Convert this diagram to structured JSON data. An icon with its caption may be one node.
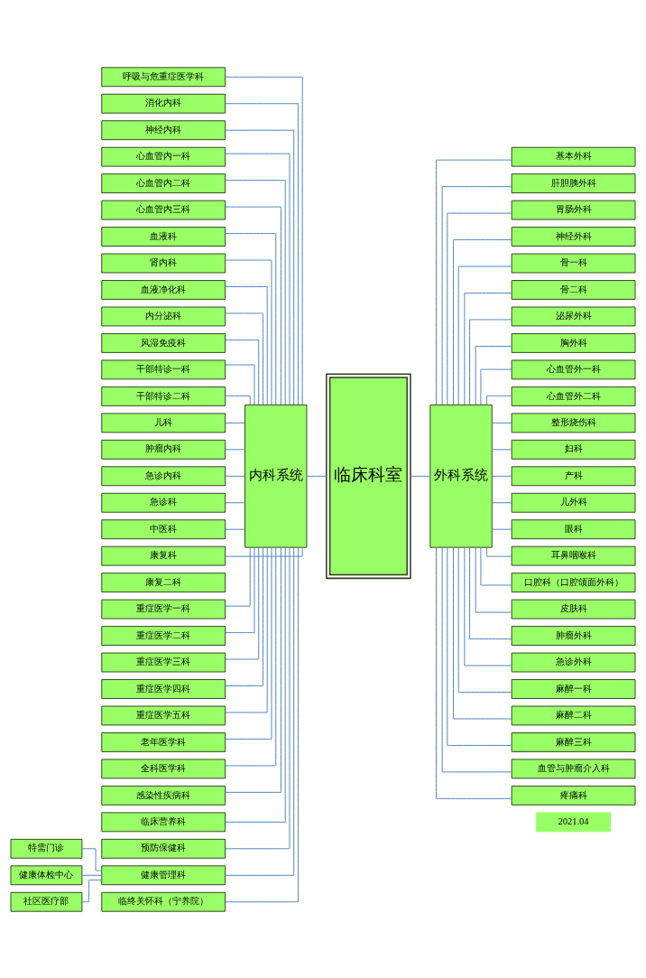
{
  "diagram": {
    "nodes": [
      {
        "text": [
          "临床科室"
        ]
      },
      {
        "text": [
          "内科系统"
        ]
      },
      {
        "text": [
          "呼吸与危重症医学科"
        ]
      },
      {
        "text": [
          "消化内科"
        ]
      },
      {
        "text": [
          "神经内科"
        ]
      },
      {
        "text": [
          "心血管内一科"
        ]
      },
      {
        "text": [
          "心血管内二科"
        ]
      },
      {
        "text": [
          "心血管内三科"
        ]
      },
      {
        "text": [
          "血液科"
        ]
      },
      {
        "text": [
          "肾内科"
        ]
      },
      {
        "text": [
          "血液净化科"
        ]
      },
      {
        "text": [
          "内分泌科"
        ]
      },
      {
        "text": [
          "风湿免疫科"
        ]
      },
      {
        "text": [
          "干部特诊一科"
        ]
      },
      {
        "text": [
          "干部特诊二科"
        ]
      },
      {
        "text": [
          "儿科"
        ]
      },
      {
        "text": [
          "肿瘤内科"
        ]
      },
      {
        "text": [
          "急诊内科"
        ]
      },
      {
        "text": [
          "急诊科"
        ]
      },
      {
        "text": [
          "中医科"
        ]
      },
      {
        "text": [
          "康复科"
        ]
      },
      {
        "text": [
          "康复二科"
        ]
      },
      {
        "text": [
          "重症医学一科"
        ]
      },
      {
        "text": [
          "重症医学二科"
        ]
      },
      {
        "text": [
          "重症医学三科"
        ]
      },
      {
        "text": [
          "重症医学四科"
        ]
      },
      {
        "text": [
          "重症医学五科"
        ]
      },
      {
        "text": [
          "老年医学科"
        ]
      },
      {
        "text": [
          "全科医学科"
        ]
      },
      {
        "text": [
          "感染性疾病科"
        ]
      },
      {
        "text": [
          "临床营养科"
        ]
      },
      {
        "text": [
          "预防保健科"
        ]
      },
      {
        "text": [
          "健康管理科"
        ]
      },
      {
        "text": [
          "临终关怀科（宁养院）"
        ]
      },
      {
        "text": [
          "特需门诊"
        ]
      },
      {
        "text": [
          "健康体检中心"
        ]
      },
      {
        "text": [
          "社区医疗部"
        ]
      },
      {
        "text": [
          "外科系统"
        ]
      },
      {
        "text": [
          "基本外科"
        ]
      },
      {
        "text": [
          "肝胆胰外科"
        ]
      },
      {
        "text": [
          "胃肠外科"
        ]
      },
      {
        "text": [
          "神经外科"
        ]
      },
      {
        "text": [
          "骨一科"
        ]
      },
      {
        "text": [
          "骨二科"
        ]
      },
      {
        "text": [
          "泌尿外科"
        ]
      },
      {
        "text": [
          "胸外科"
        ]
      },
      {
        "text": [
          "心血管外一科"
        ]
      },
      {
        "text": [
          "心血管外二科"
        ]
      },
      {
        "text": [
          "整形烧伤科"
        ]
      },
      {
        "text": [
          "妇科"
        ]
      },
      {
        "text": [
          "产科"
        ]
      },
      {
        "text": [
          "儿外科"
        ]
      },
      {
        "text": [
          "眼科"
        ]
      },
      {
        "text": [
          "耳鼻咽喉科"
        ]
      },
      {
        "text": [
          "口腔科（口腔颌面外科）"
        ]
      },
      {
        "text": [
          "皮肤科"
        ]
      },
      {
        "text": [
          "肿瘤外科"
        ]
      },
      {
        "text": [
          "急诊外科"
        ]
      },
      {
        "text": [
          "麻醉一科"
        ]
      },
      {
        "text": [
          "麻醉二科"
        ]
      },
      {
        "text": [
          "麻醉三科"
        ]
      },
      {
        "text": [
          "血管与肿瘤介入科"
        ]
      },
      {
        "text": [
          "疼痛科"
        ]
      },
      {
        "text": [
          "2021.04"
        ]
      }
    ],
    "edges": [
      {
        "from": 1,
        "to": 0,
        "arrow": "none"
      },
      {
        "from": 0,
        "to": 37,
        "arrow": "none"
      },
      {
        "from": 2,
        "to": 1,
        "arrow": "none"
      },
      {
        "from": 3,
        "to": 1,
        "arrow": "none"
      },
      {
        "from": 4,
        "to": 1,
        "arrow": "none"
      },
      {
        "from": 5,
        "to": 1,
        "arrow": "none"
      },
      {
        "from": 6,
        "to": 1,
        "arrow": "none"
      },
      {
        "from": 7,
        "to": 1,
        "arrow": "none"
      },
      {
        "from": 8,
        "to": 1,
        "arrow": "none"
      },
      {
        "from": 9,
        "to": 1,
        "arrow": "none"
      },
      {
        "from": 10,
        "to": 1,
        "arrow": "none"
      },
      {
        "from": 11,
        "to": 1,
        "arrow": "none"
      },
      {
        "from": 12,
        "to": 1,
        "arrow": "none"
      },
      {
        "from": 13,
        "to": 1,
        "arrow": "none"
      },
      {
        "from": 14,
        "to": 1,
        "arrow": "none"
      },
      {
        "from": 15,
        "to": 1,
        "arrow": "none"
      },
      {
        "from": 16,
        "to": 1,
        "arrow": "none"
      },
      {
        "from": 17,
        "to": 1,
        "arrow": "none"
      },
      {
        "from": 18,
        "to": 1,
        "arrow": "none"
      },
      {
        "from": 19,
        "to": 1,
        "arrow": "none"
      },
      {
        "from": 20,
        "to": 1,
        "arrow": "none"
      },
      {
        "from": 22,
        "to": 1,
        "arrow": "none"
      },
      {
        "from": 23,
        "to": 1,
        "arrow": "none"
      },
      {
        "from": 24,
        "to": 1,
        "arrow": "none"
      },
      {
        "from": 25,
        "to": 1,
        "arrow": "none"
      },
      {
        "from": 26,
        "to": 1,
        "arrow": "none"
      },
      {
        "from": 27,
        "to": 1,
        "arrow": "none"
      },
      {
        "from": 28,
        "to": 1,
        "arrow": "none"
      },
      {
        "from": 29,
        "to": 1,
        "arrow": "none"
      },
      {
        "from": 30,
        "to": 1,
        "arrow": "none"
      },
      {
        "from": 31,
        "to": 1,
        "arrow": "none"
      },
      {
        "from": 32,
        "to": 1,
        "arrow": "none"
      },
      {
        "from": 33,
        "to": 1,
        "arrow": "none"
      },
      {
        "from": 34,
        "to": 32,
        "arrow": "none"
      },
      {
        "from": 35,
        "to": 32,
        "arrow": "none"
      },
      {
        "from": 36,
        "to": 32,
        "arrow": "none"
      },
      {
        "from": 37,
        "to": 38,
        "arrow": "none"
      },
      {
        "from": 37,
        "to": 39,
        "arrow": "none"
      },
      {
        "from": 37,
        "to": 40,
        "arrow": "none"
      },
      {
        "from": 37,
        "to": 41,
        "arrow": "none"
      },
      {
        "from": 37,
        "to": 42,
        "arrow": "none"
      },
      {
        "from": 37,
        "to": 43,
        "arrow": "none"
      },
      {
        "from": 37,
        "to": 44,
        "arrow": "none"
      },
      {
        "from": 37,
        "to": 45,
        "arrow": "none"
      },
      {
        "from": 37,
        "to": 46,
        "arrow": "none"
      },
      {
        "from": 37,
        "to": 47,
        "arrow": "none"
      },
      {
        "from": 37,
        "to": 48,
        "arrow": "none"
      },
      {
        "from": 37,
        "to": 49,
        "arrow": "none"
      },
      {
        "from": 37,
        "to": 50,
        "arrow": "none"
      },
      {
        "from": 37,
        "to": 51,
        "arrow": "none"
      },
      {
        "from": 37,
        "to": 52,
        "arrow": "none"
      },
      {
        "from": 37,
        "to": 53,
        "arrow": "none"
      },
      {
        "from": 37,
        "to": 54,
        "arrow": "none"
      },
      {
        "from": 37,
        "to": 55,
        "arrow": "none"
      },
      {
        "from": 37,
        "to": 56,
        "arrow": "none"
      },
      {
        "from": 37,
        "to": 57,
        "arrow": "none"
      },
      {
        "from": 37,
        "to": 58,
        "arrow": "none"
      },
      {
        "from": 37,
        "to": 59,
        "arrow": "none"
      },
      {
        "from": 37,
        "to": 60,
        "arrow": "none"
      },
      {
        "from": 37,
        "to": 61,
        "arrow": "none"
      },
      {
        "from": 37,
        "to": 62,
        "arrow": "none"
      }
    ]
  }
}
